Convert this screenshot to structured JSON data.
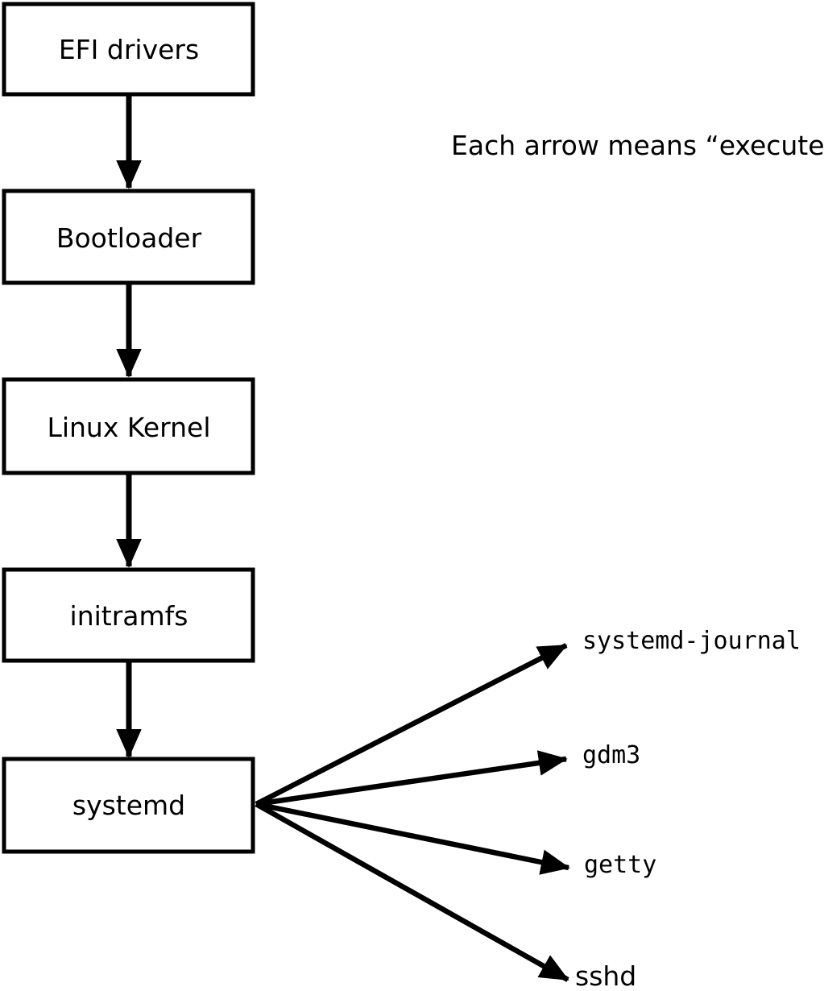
{
  "diagram": {
    "note": "Each arrow means “executes”.",
    "boxes": [
      {
        "label": "EFI drivers"
      },
      {
        "label": "Bootloader"
      },
      {
        "label": "Linux Kernel"
      },
      {
        "label": "initramfs"
      },
      {
        "label": "systemd"
      }
    ],
    "fanout_targets": [
      {
        "label": "systemd-journal"
      },
      {
        "label": "gdm3"
      },
      {
        "label": "getty"
      },
      {
        "label": "sshd"
      }
    ],
    "colors": {
      "line": "#000000",
      "text": "#000000",
      "box_fill": "#ffffff",
      "background": "#ffffff"
    }
  }
}
